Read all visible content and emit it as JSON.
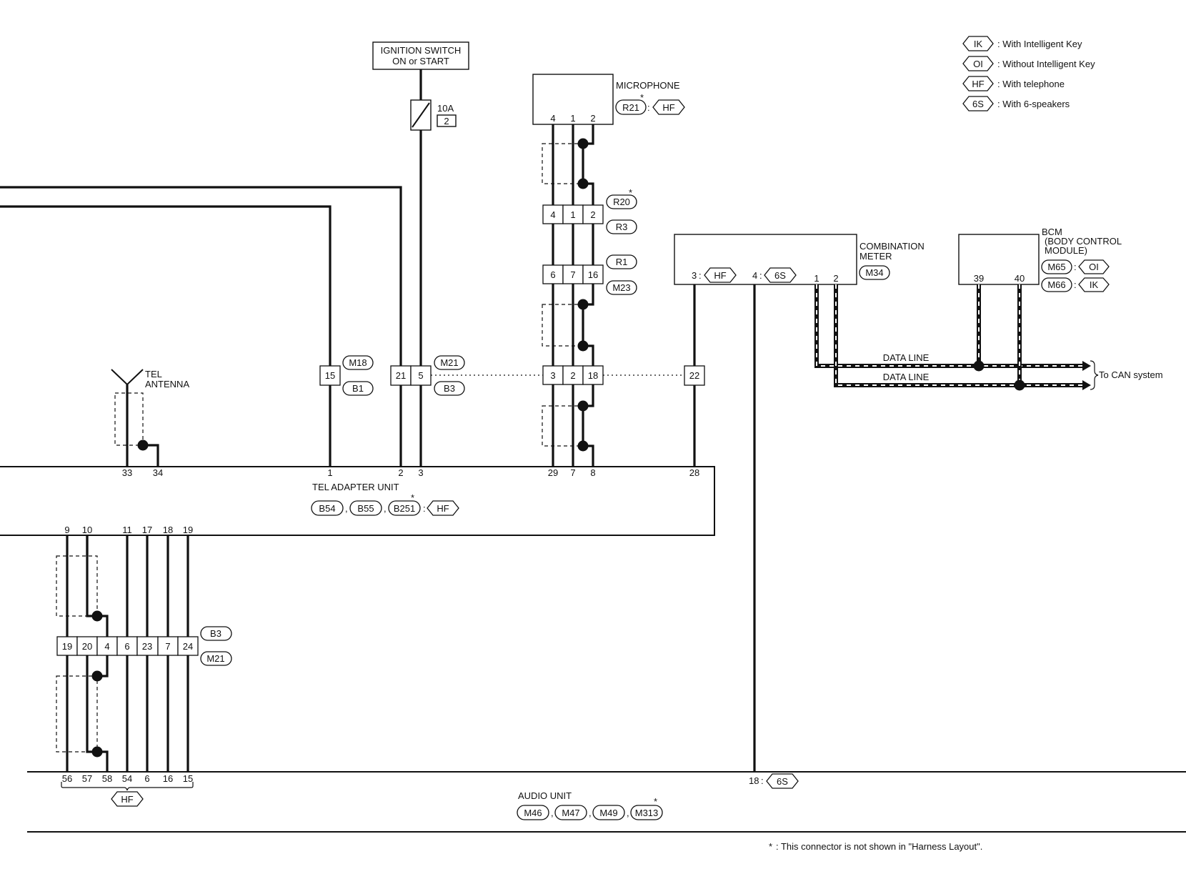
{
  "legend": [
    {
      "tag": "IK",
      "text": ": With Intelligent Key"
    },
    {
      "tag": "OI",
      "text": ": Without Intelligent Key"
    },
    {
      "tag": "HF",
      "text": ": With telephone"
    },
    {
      "tag": "6S",
      "text": ": With 6-speakers"
    }
  ],
  "ignition": {
    "line1": "IGNITION SWITCH",
    "line2": "ON or START",
    "fuse": "10A",
    "fuse_no": "2"
  },
  "microphone": {
    "label": "MICROPHONE",
    "pins": [
      "4",
      "1",
      "2"
    ],
    "conn": "R21",
    "tag": "HF",
    "star": "*"
  },
  "mic_conn1": {
    "pins": [
      "4",
      "1",
      "2"
    ],
    "top": "R20",
    "bottom": "R3",
    "star": "*"
  },
  "mic_conn2": {
    "pins": [
      "6",
      "7",
      "16"
    ],
    "top": "R1",
    "bottom": "M23"
  },
  "mid_conn": {
    "pins": [
      "3",
      "2",
      "18"
    ]
  },
  "conn_m18": {
    "pin": "15",
    "top": "M18",
    "bottom": "B1"
  },
  "conn_m21": {
    "pins": [
      "21",
      "5"
    ],
    "top": "M21",
    "bottom": "B3"
  },
  "conn_22": {
    "pin": "22"
  },
  "antenna": {
    "line1": "TEL",
    "line2": "ANTENNA"
  },
  "tel_unit": {
    "label": "TEL ADAPTER UNIT",
    "conns": [
      "B54",
      "B55",
      "B251"
    ],
    "tag": "HF",
    "star": "*",
    "top_pins": [
      "33",
      "34",
      "1",
      "2",
      "3",
      "29",
      "7",
      "8",
      "28"
    ],
    "bottom_pins": [
      "9",
      "10",
      "11",
      "17",
      "18",
      "19"
    ]
  },
  "combo": {
    "line1": "COMBINATION",
    "line2": "METER",
    "conn": "M34",
    "pin3": "3",
    "pin4": "4",
    "tag3": "HF",
    "tag4": "6S",
    "pins": [
      "1",
      "2"
    ]
  },
  "bcm": {
    "line1": "BCM",
    "line2": "(BODY CONTROL",
    "line3": "MODULE)",
    "conn1": "M65",
    "tag1": "OI",
    "conn2": "M66",
    "tag2": "IK",
    "pins": [
      "39",
      "40"
    ]
  },
  "data_line": {
    "label1": "DATA LINE",
    "label2": "DATA LINE",
    "to_can": "To CAN system"
  },
  "low_conn": {
    "pins": [
      "19",
      "20",
      "4",
      "6",
      "23",
      "7",
      "24"
    ],
    "top": "B3",
    "bottom": "M21"
  },
  "audio": {
    "label": "AUDIO UNIT",
    "conns": [
      "M46",
      "M47",
      "M49",
      "M313"
    ],
    "star": "*",
    "pins": [
      "56",
      "57",
      "58",
      "54",
      "6",
      "16",
      "15"
    ],
    "tag": "HF",
    "pin18": "18",
    "tag18": "6S"
  },
  "footnote": {
    "star": "*",
    "text": ": This connector is not shown in \"Harness Layout\"."
  }
}
